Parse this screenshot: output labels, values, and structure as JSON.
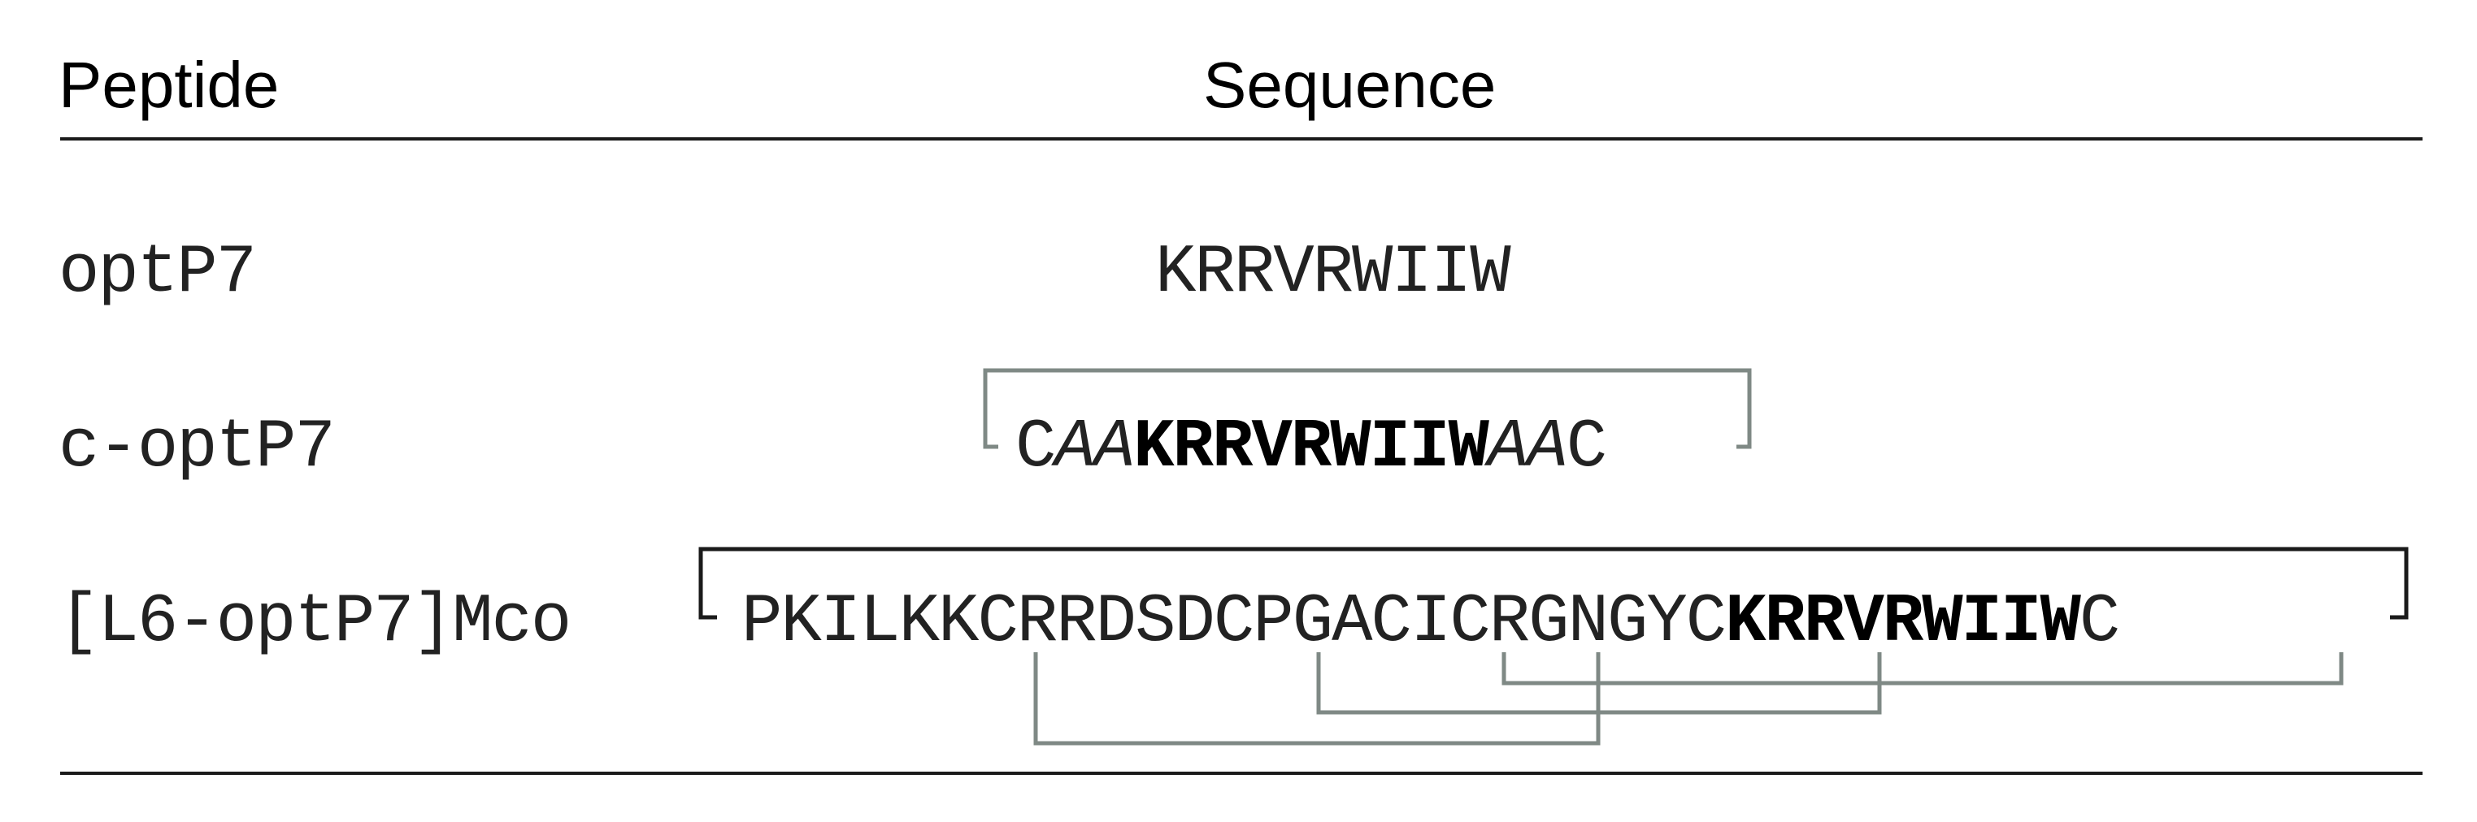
{
  "header": {
    "peptide_label": "Peptide",
    "sequence_label": "Sequence"
  },
  "rows": [
    {
      "name": "optP7",
      "sequence": "KRRVRWIIW"
    },
    {
      "name": "c-optP7",
      "sequence_parts": [
        {
          "text": "C",
          "style": "normal"
        },
        {
          "text": "AA",
          "style": "italic"
        },
        {
          "text": "KRRVRWIIW",
          "style": "bold"
        },
        {
          "text": "AA",
          "style": "italic"
        },
        {
          "text": "C",
          "style": "normal"
        }
      ]
    },
    {
      "name": "[L6-optP7]Mco",
      "sequence_parts": [
        {
          "text": "PKILKKCRRDSDCPGACICRGNGYC",
          "style": "normal"
        },
        {
          "text": "KRRVRWIIW",
          "style": "bold"
        },
        {
          "text": "C",
          "style": "normal"
        }
      ]
    }
  ],
  "colors": {
    "bond_line": "#7f8985",
    "backbone_line": "#1a1a1a",
    "text": "#222222"
  }
}
